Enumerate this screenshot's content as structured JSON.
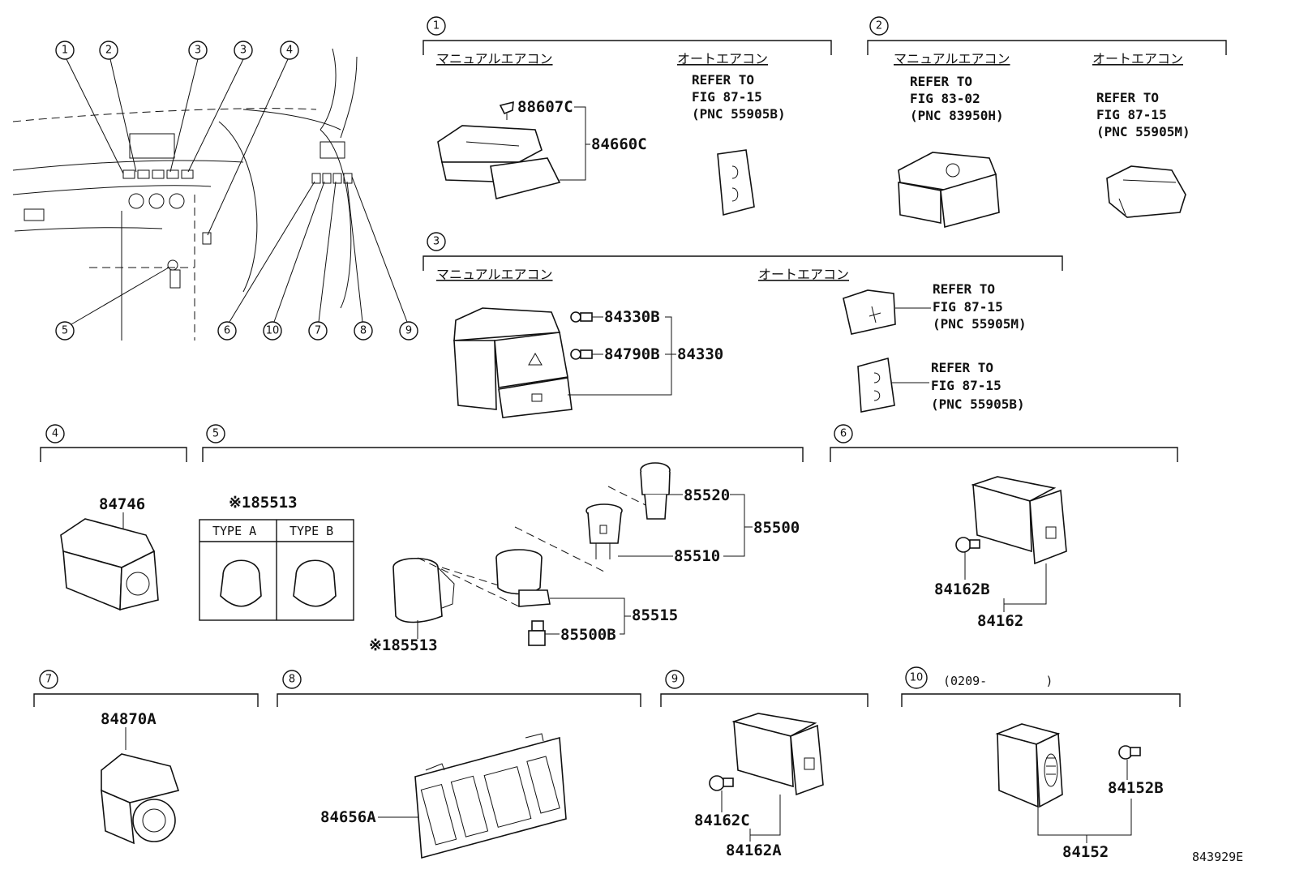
{
  "sections": {
    "s1": {
      "num": "1",
      "manual": "マニュアルエアコン",
      "auto": "オートエアコン",
      "refer": [
        "REFER TO",
        "FIG 87-15",
        "(PNC 55905B)"
      ],
      "parts": [
        "88607C",
        "84660C"
      ]
    },
    "s2": {
      "num": "2",
      "manual": "マニュアルエアコン",
      "auto": "オートエアコン",
      "refer_manual": [
        "REFER TO",
        "FIG 83-02",
        "(PNC 83950H)"
      ],
      "refer_auto": [
        "REFER TO",
        "FIG 87-15",
        "(PNC 55905M)"
      ]
    },
    "s3": {
      "num": "3",
      "manual": "マニュアルエアコン",
      "auto": "オートエアコン",
      "parts": [
        "84330B",
        "84790B",
        "84330"
      ],
      "refer_a": [
        "REFER TO",
        "FIG 87-15",
        "(PNC 55905M)"
      ],
      "refer_b": [
        "REFER TO",
        "FIG 87-15",
        "(PNC 55905B)"
      ]
    },
    "s4": {
      "num": "4",
      "parts": [
        "84746"
      ]
    },
    "s5": {
      "num": "5",
      "note_top": "※185513",
      "type_a": "TYPE A",
      "type_b": "TYPE B",
      "note_bottom": "※185513",
      "parts": [
        "85520",
        "85500",
        "85510",
        "85515",
        "85500B"
      ]
    },
    "s6": {
      "num": "6",
      "parts": [
        "84162B",
        "84162"
      ]
    },
    "s7": {
      "num": "7",
      "parts": [
        "84870A"
      ]
    },
    "s8": {
      "num": "8",
      "parts": [
        "84656A"
      ]
    },
    "s9": {
      "num": "9",
      "parts": [
        "84162C",
        "84162A"
      ]
    },
    "s10": {
      "num": "10",
      "date": "(0209-        )",
      "parts": [
        "84152B",
        "84152"
      ]
    }
  },
  "overview": {
    "callouts_top": [
      "1",
      "2",
      "3",
      "3",
      "4"
    ],
    "callouts_bottom": [
      "5",
      "6",
      "10",
      "7",
      "8",
      "9"
    ]
  },
  "figure_id": "843929E"
}
